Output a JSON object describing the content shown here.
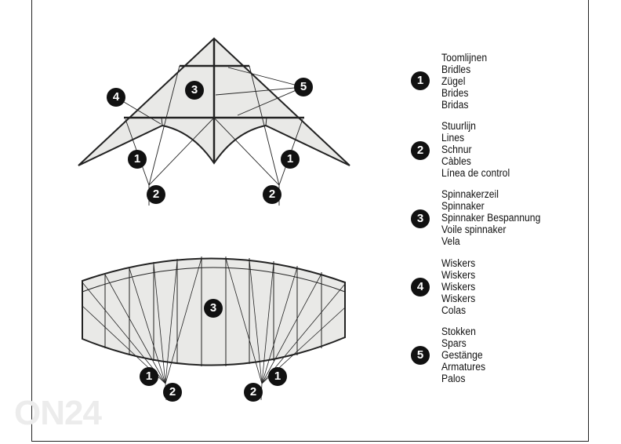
{
  "legend": [
    {
      "number": "1",
      "terms": [
        "Toomlijnen",
        "Bridles",
        "Zügel",
        "Brides",
        "Bridas"
      ]
    },
    {
      "number": "2",
      "terms": [
        "Stuurlijn",
        "Lines",
        "Schnur",
        "Càbles",
        "Línea de control"
      ]
    },
    {
      "number": "3",
      "terms": [
        "Spinnakerzeil",
        "Spinnaker",
        "Spinnaker Bespannung",
        "Voile spinnaker",
        "Vela"
      ]
    },
    {
      "number": "4",
      "terms": [
        "Wiskers",
        "Wiskers",
        "Wiskers",
        "Wiskers",
        "Colas"
      ]
    },
    {
      "number": "5",
      "terms": [
        "Stokken",
        "Spars",
        "Gestänge",
        "Armatures",
        "Palos"
      ]
    }
  ],
  "callouts": {
    "one": "1",
    "two": "2",
    "three": "3",
    "four": "4",
    "five": "5"
  },
  "watermark": "ON24",
  "colors": {
    "sail": "#e9e9e7",
    "line": "#222222",
    "badge": "#111111"
  }
}
